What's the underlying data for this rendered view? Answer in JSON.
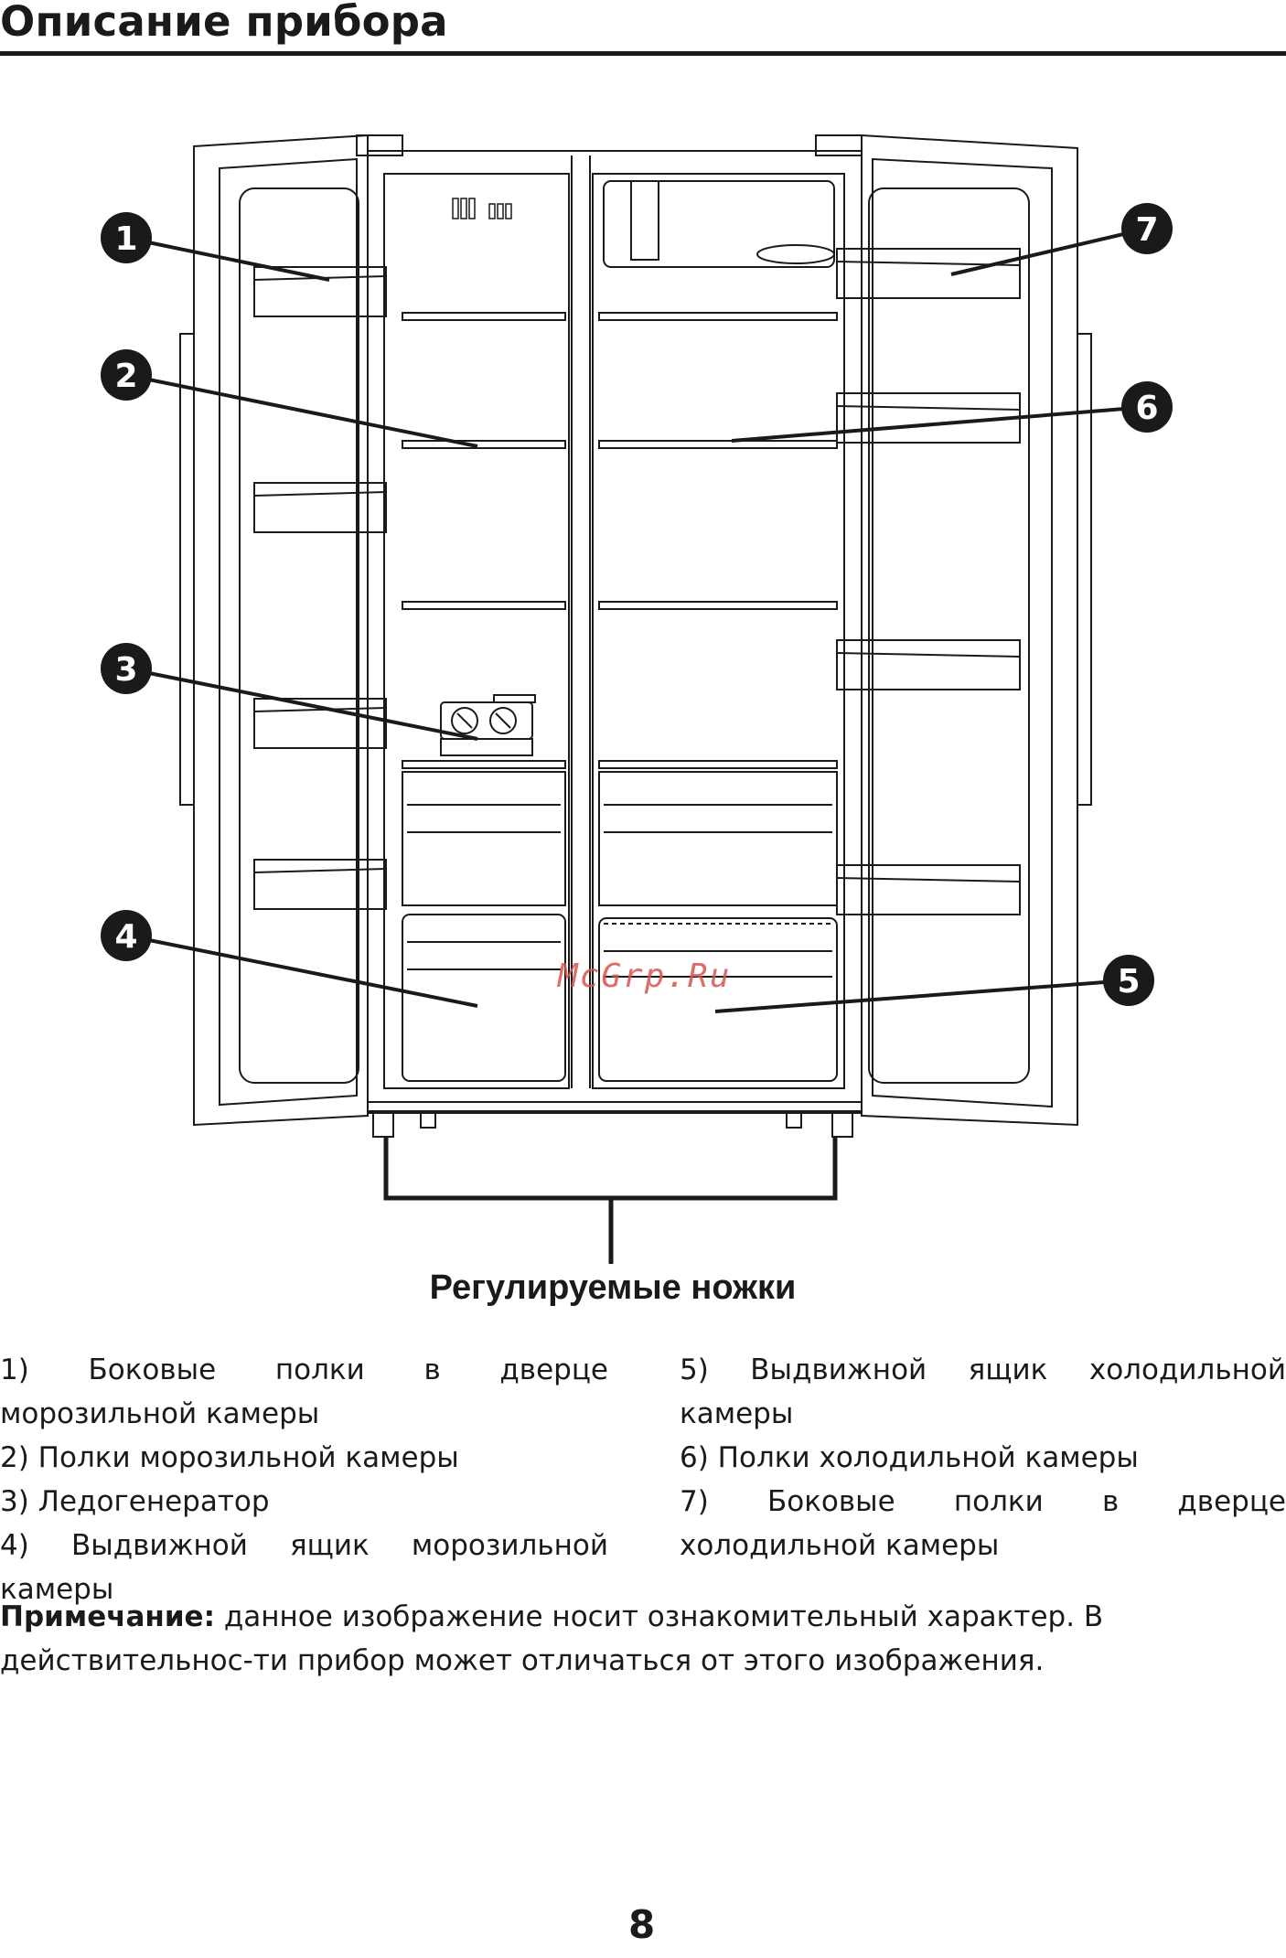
{
  "page": {
    "title": "Описание прибора",
    "page_number": "8",
    "watermark": "McGrp.Ru"
  },
  "diagram": {
    "callouts": [
      "1",
      "2",
      "3",
      "4",
      "5",
      "6",
      "7"
    ],
    "feet_label": "Регулируемые ножки"
  },
  "legend": {
    "left": [
      "1) Боковые полки в дверце морозильной камеры",
      "2) Полки морозильной камеры",
      "3) Ледогенератор",
      "4) Выдвижной ящик морозильной камеры"
    ],
    "right": [
      "5) Выдвижной ящик холодильной камеры",
      "6) Полки холодильной камеры",
      "7) Боковые полки в дверце холодильной камеры"
    ]
  },
  "note": {
    "label": "Примечание:",
    "text": " данное изображение носит ознакомительный характер. В действительнос-ти прибор может отличаться от этого изображения."
  },
  "colors": {
    "ink": "#1a1a1a",
    "watermark": "#d9534f"
  }
}
